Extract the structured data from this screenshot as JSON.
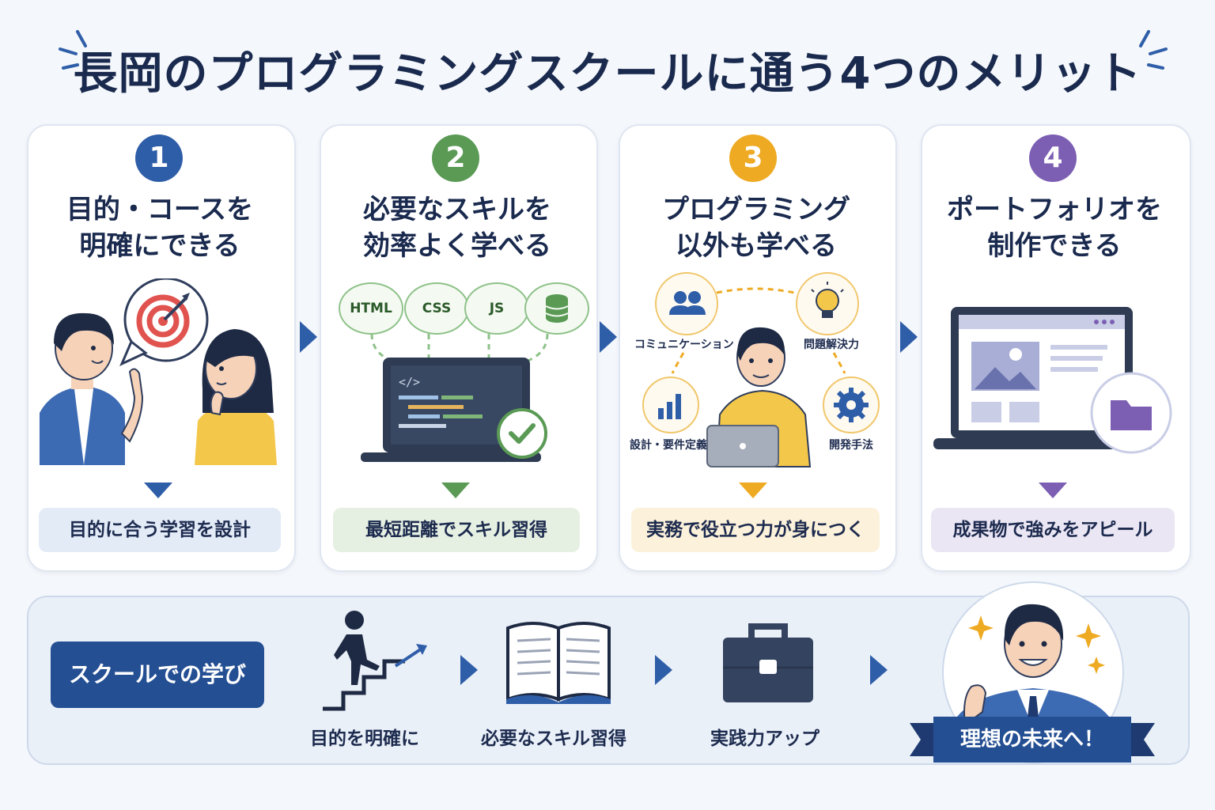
{
  "title": "長岡のプログラミングスクールに通う4つのメリット",
  "colors": {
    "card1": "#2f5ea8",
    "card2": "#5a9a55",
    "card3": "#eeaa22",
    "card4": "#7c5fb3",
    "navy": "#244f93"
  },
  "cards": [
    {
      "number": "1",
      "title_line1": "目的・コースを",
      "title_line2": "明確にできる",
      "caption": "目的に合う学習を設計"
    },
    {
      "number": "2",
      "title_line1": "必要なスキルを",
      "title_line2": "効率よく学べる",
      "caption": "最短距離でスキル習得",
      "pills": [
        "HTML",
        "CSS",
        "JS"
      ],
      "code_tag": "</>"
    },
    {
      "number": "3",
      "title_line1": "プログラミング",
      "title_line2": "以外も学べる",
      "caption": "実務で役立つ力が身につく",
      "skills": [
        "コミュニケーション",
        "問題解決力",
        "設計・要件定義",
        "開発手法"
      ]
    },
    {
      "number": "4",
      "title_line1": "ポートフォリオを",
      "title_line2": "制作できる",
      "caption": "成果物で強みをアピール"
    }
  ],
  "bottom": {
    "badge": "スクールでの学び",
    "steps": [
      "目的を明確に",
      "必要なスキル習得",
      "実践力アップ"
    ],
    "goal": "理想の未来へ！"
  }
}
